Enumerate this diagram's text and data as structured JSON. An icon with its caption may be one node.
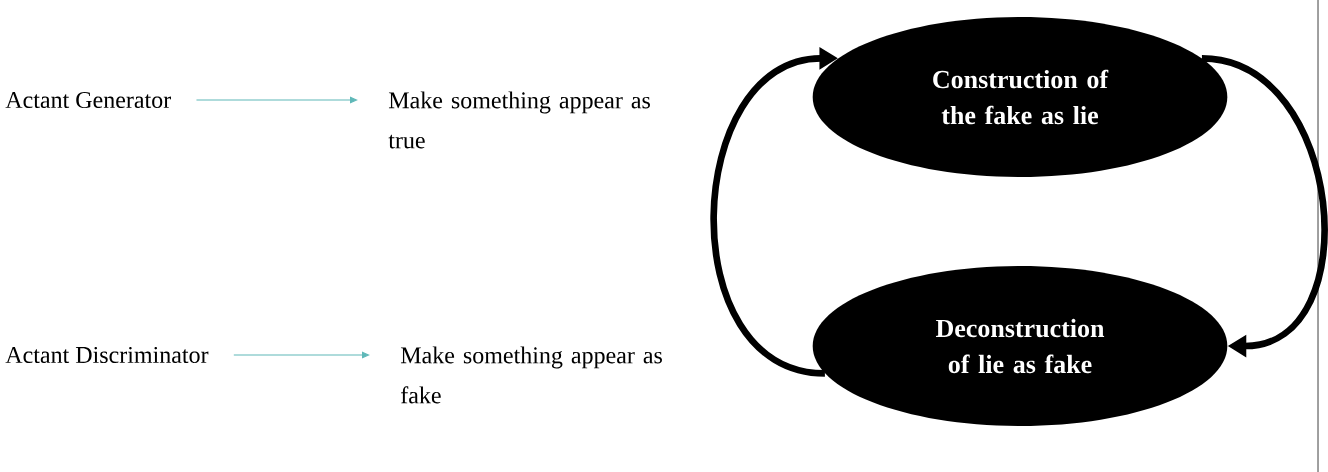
{
  "diagram": {
    "nodes": [
      {
        "text": [
          "Actant Generator"
        ]
      },
      {
        "text": [
          "Make something appear as true"
        ]
      },
      {
        "text": [
          "Actant Discriminator"
        ]
      },
      {
        "text": [
          "Make something appear as fake"
        ]
      },
      {
        "text": [
          "Construction of the fake as lie"
        ]
      },
      {
        "text": [
          "Deconstruction of lie as fake"
        ]
      }
    ],
    "edges": [
      {
        "from": 0,
        "to": 1,
        "arrow": "to",
        "color": "#5fb8b8"
      },
      {
        "from": 2,
        "to": 3,
        "arrow": "to",
        "color": "#5fb8b8"
      },
      {
        "from": 4,
        "to": 5,
        "arrow": "to",
        "style": "thick",
        "color": "#000000"
      },
      {
        "from": 5,
        "to": 4,
        "arrow": "to",
        "style": "thick",
        "color": "#000000"
      }
    ]
  }
}
